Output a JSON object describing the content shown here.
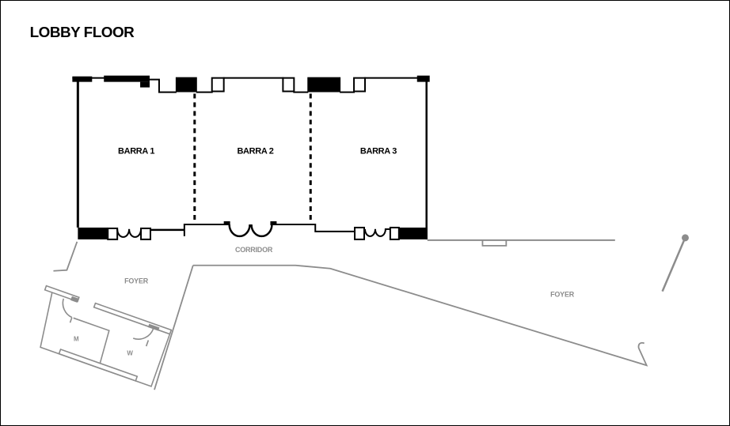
{
  "title": "LOBBY FLOOR",
  "colors": {
    "walls": "#000000",
    "secondary_lines": "#8c8c8c",
    "background": "#ffffff"
  },
  "floor_plan": {
    "rooms": [
      {
        "label": "BARRA 1"
      },
      {
        "label": "BARRA 2"
      },
      {
        "label": "BARRA 3"
      }
    ],
    "corridor_label": "CORRIDOR",
    "foyer_left_label": "FOYER",
    "foyer_right_label": "FOYER",
    "restrooms": {
      "men_label": "M",
      "women_label": "W"
    }
  }
}
